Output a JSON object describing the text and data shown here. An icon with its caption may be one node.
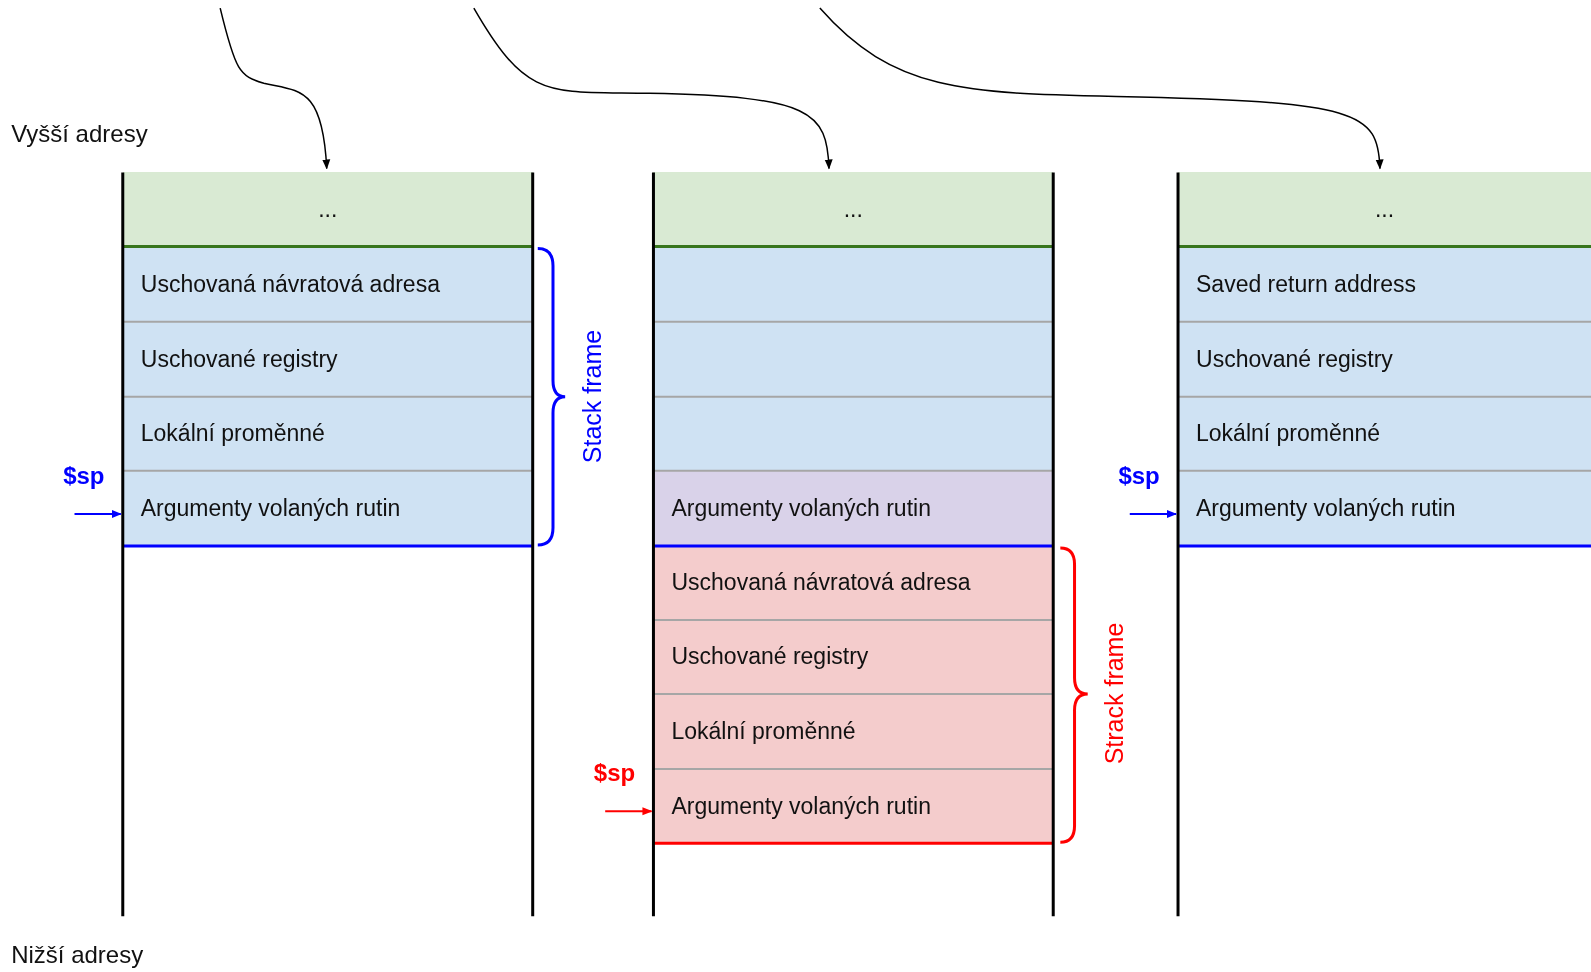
{
  "diagram": {
    "nodes": [
      {
        "text": [
          "..."
        ]
      },
      {
        "text": [
          "Uschovaná návratová adresa"
        ]
      },
      {
        "text": [
          "Uschované registry"
        ]
      },
      {
        "text": [
          "Lokální proměnné"
        ]
      },
      {
        "text": [
          "Argumenty volaných rutin"
        ]
      },
      {
        "text": [
          "..."
        ]
      },
      {
        "text": [],
        "shape": "box"
      },
      {
        "text": [],
        "shape": "box"
      },
      {
        "text": [],
        "shape": "box"
      },
      {
        "text": [
          "Argumenty volaných rutin"
        ]
      },
      {
        "text": [
          "Uschovaná návratová adresa"
        ]
      },
      {
        "text": [
          "Uschované registry"
        ]
      },
      {
        "text": [
          "Lokální proměnné"
        ]
      },
      {
        "text": [
          "Argumenty volaných rutin"
        ]
      },
      {
        "text": [
          "..."
        ]
      },
      {
        "text": [
          "Saved return address"
        ]
      },
      {
        "text": [
          "Uschované registry"
        ]
      },
      {
        "text": [
          "Lokální proměnné"
        ]
      },
      {
        "text": [
          "Argumenty volaných rutin"
        ]
      },
      {
        "text": [
          "$sp"
        ]
      },
      {
        "text": [
          "$sp"
        ]
      },
      {
        "text": [
          "$sp"
        ]
      }
    ],
    "edges": [
      {
        "from": null,
        "to": 0,
        "arrow": "to"
      },
      {
        "from": null,
        "to": 5,
        "arrow": "to"
      },
      {
        "from": null,
        "to": 14,
        "arrow": "to"
      },
      {
        "from": 19,
        "to": 4,
        "arrow": "to",
        "color": "#0000ff"
      },
      {
        "from": 20,
        "to": 13,
        "arrow": "to",
        "color": "#ff0000"
      },
      {
        "from": 21,
        "to": 18,
        "arrow": "to",
        "color": "#0000ff"
      }
    ],
    "labels": [
      "Vyšší adresy",
      "Stack frame",
      "Strack frame",
      "Nižší adresy"
    ]
  }
}
